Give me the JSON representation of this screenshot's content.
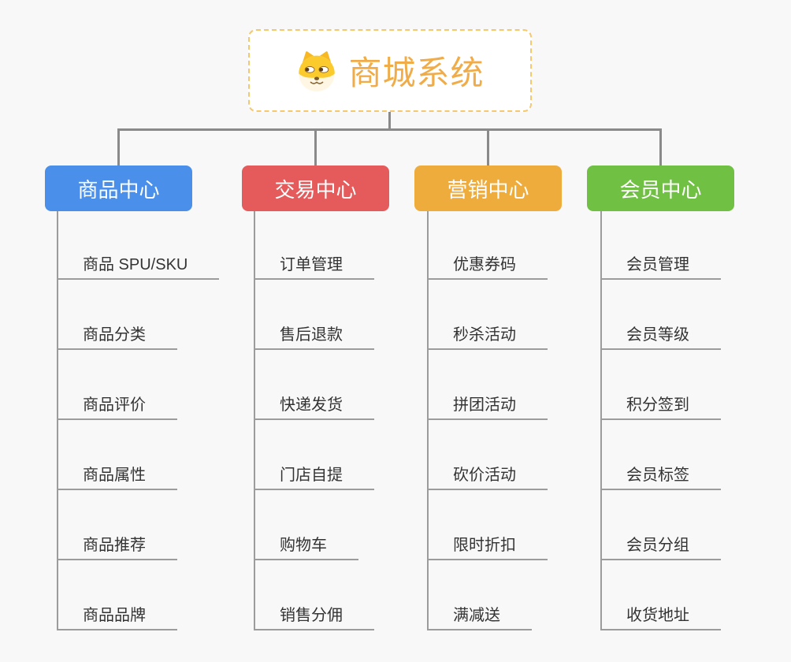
{
  "root": {
    "title": "商城系统",
    "icon": "doge-icon"
  },
  "branches": [
    {
      "label": "商品中心",
      "color": "#4a8fe9",
      "items": [
        "商品 SPU/SKU",
        "商品分类",
        "商品评价",
        "商品属性",
        "商品推荐",
        "商品品牌"
      ]
    },
    {
      "label": "交易中心",
      "color": "#e55a5a",
      "items": [
        "订单管理",
        "售后退款",
        "快递发货",
        "门店自提",
        "购物车",
        "销售分佣"
      ]
    },
    {
      "label": "营销中心",
      "color": "#eeac3d",
      "items": [
        "优惠券码",
        "秒杀活动",
        "拼团活动",
        "砍价活动",
        "限时折扣",
        "满减送"
      ]
    },
    {
      "label": "会员中心",
      "color": "#70c043",
      "items": [
        "会员管理",
        "会员等级",
        "积分签到",
        "会员标签",
        "会员分组",
        "收货地址"
      ]
    }
  ],
  "colors": {
    "background": "#f8f8f8",
    "connector": "#8a8a8a",
    "leaf_line": "#9c9c9c",
    "leaf_text": "#333333",
    "root_text": "#f0ac48",
    "root_border": "#f6c86e",
    "doge_yellow": "#fbca2d",
    "doge_cream": "#fff7e3"
  }
}
